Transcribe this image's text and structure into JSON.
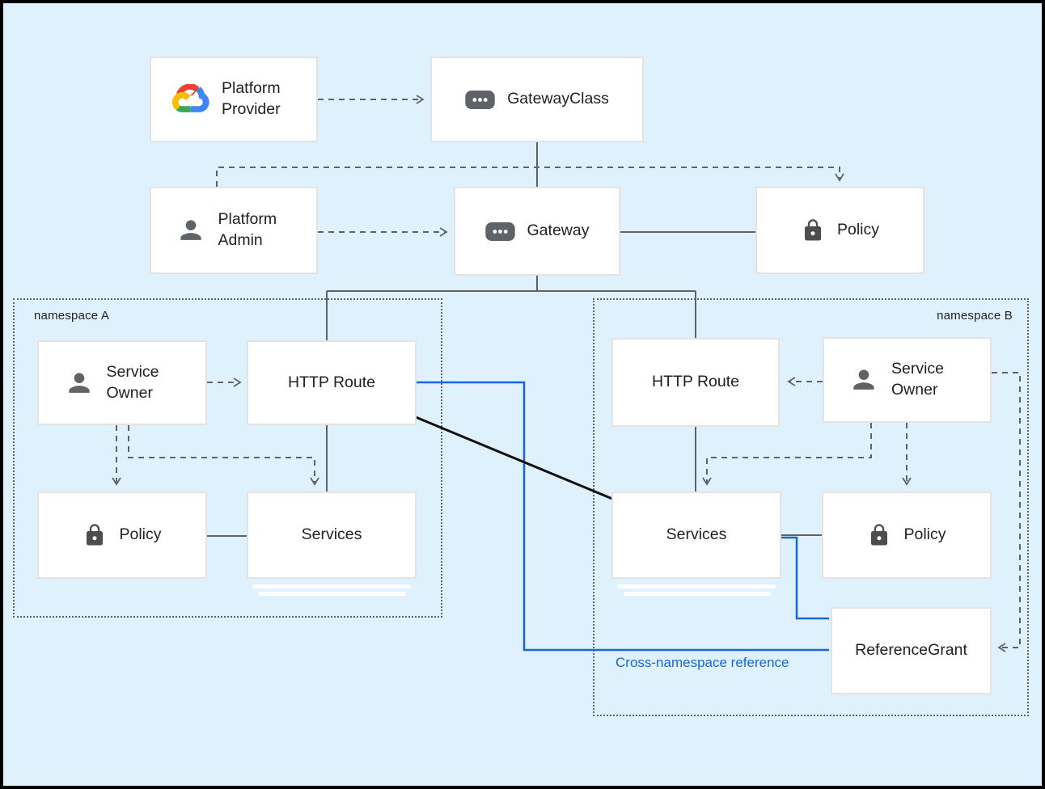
{
  "canvas": {
    "background": "#dff1fc",
    "frame_border": "#000000"
  },
  "colors": {
    "connector_gray": "#5f6368",
    "cross_namespace_blue": "#1967d2",
    "direct_reference_black": "#111111",
    "box_border": "#e3e3e3",
    "text": "#202124"
  },
  "namespaces": {
    "a": {
      "label": "namespace A"
    },
    "b": {
      "label": "namespace B"
    }
  },
  "nodes": {
    "platform_provider": {
      "label": "Platform Provider",
      "icon": "google-cloud-logo"
    },
    "gateway_class": {
      "label": "GatewayClass",
      "icon": "resource-chip"
    },
    "platform_admin": {
      "label": "Platform Admin",
      "icon": "person"
    },
    "gateway": {
      "label": "Gateway",
      "icon": "resource-chip"
    },
    "policy_top": {
      "label": "Policy",
      "icon": "lock"
    },
    "service_owner_a": {
      "label": "Service Owner",
      "icon": "person"
    },
    "http_route_a": {
      "label": "HTTP Route"
    },
    "policy_a": {
      "label": "Policy",
      "icon": "lock"
    },
    "services_a": {
      "label": "Services"
    },
    "http_route_b": {
      "label": "HTTP Route"
    },
    "service_owner_b": {
      "label": "Service Owner",
      "icon": "person"
    },
    "services_b": {
      "label": "Services"
    },
    "policy_b": {
      "label": "Policy",
      "icon": "lock"
    },
    "reference_grant": {
      "label": "ReferenceGrant"
    }
  },
  "annotations": {
    "cross_namespace": "Cross-namespace reference"
  },
  "edges": [
    {
      "from": "Platform Provider",
      "to": "GatewayClass",
      "style": "dashed-arrow"
    },
    {
      "from": "GatewayClass",
      "to": "Gateway",
      "style": "solid"
    },
    {
      "from": "Platform Admin",
      "to": "Policy",
      "style": "dashed-arrow"
    },
    {
      "from": "Platform Admin",
      "to": "Gateway",
      "style": "dashed-arrow"
    },
    {
      "from": "Gateway",
      "to": "Policy",
      "style": "solid"
    },
    {
      "from": "Gateway",
      "to": "HTTP Route (namespace A)",
      "style": "solid"
    },
    {
      "from": "Gateway",
      "to": "HTTP Route (namespace B)",
      "style": "solid"
    },
    {
      "from": "Service Owner (namespace A)",
      "to": "HTTP Route (namespace A)",
      "style": "dashed-arrow"
    },
    {
      "from": "Service Owner (namespace A)",
      "to": "Policy (namespace A)",
      "style": "dashed-arrow"
    },
    {
      "from": "Service Owner (namespace A)",
      "to": "Services (namespace A)",
      "style": "dashed-arrow"
    },
    {
      "from": "HTTP Route (namespace A)",
      "to": "Services (namespace A)",
      "style": "solid"
    },
    {
      "from": "Policy (namespace A)",
      "to": "Services (namespace A)",
      "style": "solid"
    },
    {
      "from": "HTTP Route (namespace A)",
      "to": "ReferenceGrant",
      "style": "blue-cross-namespace"
    },
    {
      "from": "HTTP Route (namespace A)",
      "to": "Services (namespace B)",
      "style": "black-direct"
    },
    {
      "from": "Service Owner (namespace B)",
      "to": "HTTP Route (namespace B)",
      "style": "dashed-arrow"
    },
    {
      "from": "Service Owner (namespace B)",
      "to": "Services (namespace B)",
      "style": "dashed-arrow"
    },
    {
      "from": "Service Owner (namespace B)",
      "to": "Policy (namespace B)",
      "style": "dashed-arrow"
    },
    {
      "from": "Service Owner (namespace B)",
      "to": "ReferenceGrant",
      "style": "dashed-arrow"
    },
    {
      "from": "HTTP Route (namespace B)",
      "to": "Services (namespace B)",
      "style": "solid"
    },
    {
      "from": "Services (namespace B)",
      "to": "Policy (namespace B)",
      "style": "solid"
    },
    {
      "from": "Services (namespace B)",
      "to": "ReferenceGrant",
      "style": "blue-cross-namespace"
    }
  ]
}
